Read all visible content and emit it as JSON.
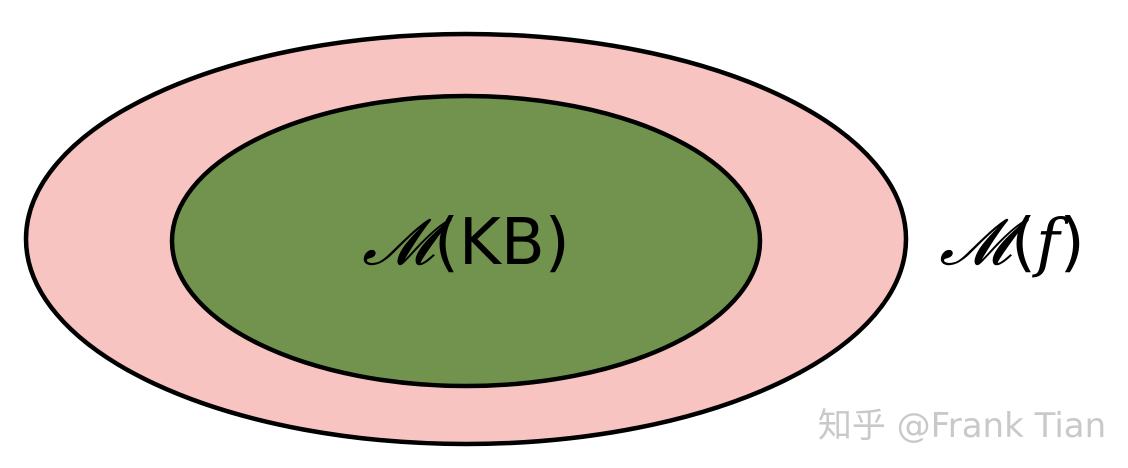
{
  "diagram": {
    "outer_set": {
      "symbol": "𝓜",
      "open_paren": "(",
      "arg": "f",
      "close_paren": ")",
      "fill": "#f7c4c2",
      "stroke": "#000000"
    },
    "inner_set": {
      "symbol": "𝓜",
      "open_paren": "(",
      "arg": "KB",
      "close_paren": ")",
      "fill": "#72934e",
      "stroke": "#000000"
    }
  },
  "watermark": {
    "text": "知乎 @Frank Tian",
    "color": "#c9c9c9"
  }
}
